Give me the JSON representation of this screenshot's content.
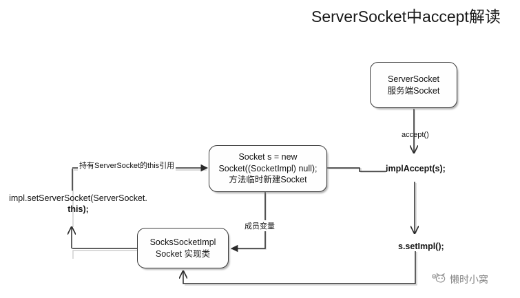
{
  "title": "ServerSocket中accept解读",
  "nodes": {
    "serversocket": {
      "line1": "ServerSocket",
      "line2": "服务端Socket"
    },
    "socket": {
      "line1": "Socket s = new",
      "line2": "Socket((SocketImpl) null);",
      "line3": "方法临时新建Socket"
    },
    "socksimpl": {
      "line1": "SocksSocketImpl",
      "line2": "Socket 实现类"
    }
  },
  "labels": {
    "accept": "accept()",
    "impl_accept": "implAccept(s);",
    "set_impl": "s.setImpl();",
    "hold_this_ref": "持有ServerSocket的this引用",
    "member_variable": "成员变量",
    "set_server_socket_line1": "impl.setServerSocket(ServerSocket.",
    "set_server_socket_line2": "this);"
  },
  "watermark": {
    "text": "懒时小窝",
    "icon": "cat-face-icon"
  },
  "colors": {
    "background": "#ffffff",
    "node_border": "#3a3a3a",
    "node_fill": "#fefefe",
    "text": "#141414",
    "connector": "#2b2b2b",
    "watermark": "#7d7d7d"
  }
}
